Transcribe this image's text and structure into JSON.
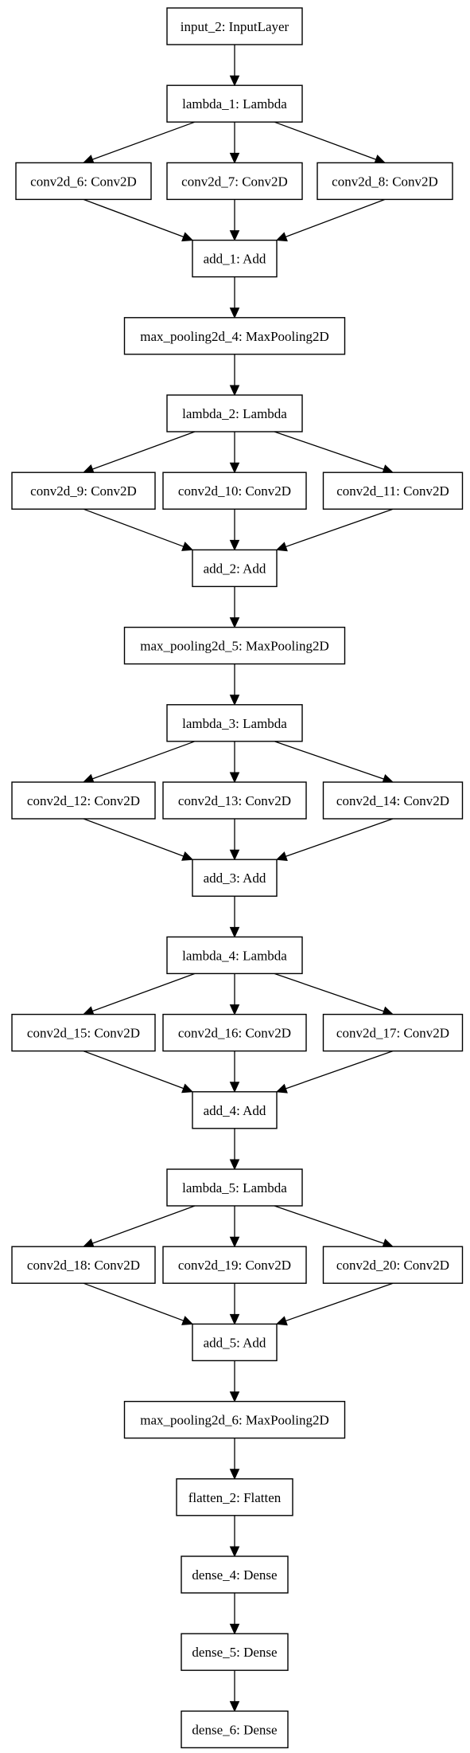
{
  "nodes": [
    {
      "id": "input_2",
      "label": "input_2: InputLayer"
    },
    {
      "id": "lambda_1",
      "label": "lambda_1: Lambda"
    },
    {
      "id": "conv2d_6",
      "label": "conv2d_6: Conv2D"
    },
    {
      "id": "conv2d_7",
      "label": "conv2d_7: Conv2D"
    },
    {
      "id": "conv2d_8",
      "label": "conv2d_8: Conv2D"
    },
    {
      "id": "add_1",
      "label": "add_1: Add"
    },
    {
      "id": "max_pooling2d_4",
      "label": "max_pooling2d_4: MaxPooling2D"
    },
    {
      "id": "lambda_2",
      "label": "lambda_2: Lambda"
    },
    {
      "id": "conv2d_9",
      "label": "conv2d_9: Conv2D"
    },
    {
      "id": "conv2d_10",
      "label": "conv2d_10: Conv2D"
    },
    {
      "id": "conv2d_11",
      "label": "conv2d_11: Conv2D"
    },
    {
      "id": "add_2",
      "label": "add_2: Add"
    },
    {
      "id": "max_pooling2d_5",
      "label": "max_pooling2d_5: MaxPooling2D"
    },
    {
      "id": "lambda_3",
      "label": "lambda_3: Lambda"
    },
    {
      "id": "conv2d_12",
      "label": "conv2d_12: Conv2D"
    },
    {
      "id": "conv2d_13",
      "label": "conv2d_13: Conv2D"
    },
    {
      "id": "conv2d_14",
      "label": "conv2d_14: Conv2D"
    },
    {
      "id": "add_3",
      "label": "add_3: Add"
    },
    {
      "id": "lambda_4",
      "label": "lambda_4: Lambda"
    },
    {
      "id": "conv2d_15",
      "label": "conv2d_15: Conv2D"
    },
    {
      "id": "conv2d_16",
      "label": "conv2d_16: Conv2D"
    },
    {
      "id": "conv2d_17",
      "label": "conv2d_17: Conv2D"
    },
    {
      "id": "add_4",
      "label": "add_4: Add"
    },
    {
      "id": "lambda_5",
      "label": "lambda_5: Lambda"
    },
    {
      "id": "conv2d_18",
      "label": "conv2d_18: Conv2D"
    },
    {
      "id": "conv2d_19",
      "label": "conv2d_19: Conv2D"
    },
    {
      "id": "conv2d_20",
      "label": "conv2d_20: Conv2D"
    },
    {
      "id": "add_5",
      "label": "add_5: Add"
    },
    {
      "id": "max_pooling2d_6",
      "label": "max_pooling2d_6: MaxPooling2D"
    },
    {
      "id": "flatten_2",
      "label": "flatten_2: Flatten"
    },
    {
      "id": "dense_4",
      "label": "dense_4: Dense"
    },
    {
      "id": "dense_5",
      "label": "dense_5: Dense"
    },
    {
      "id": "dense_6",
      "label": "dense_6: Dense"
    }
  ],
  "edges": [
    [
      "input_2",
      "lambda_1"
    ],
    [
      "lambda_1",
      "conv2d_6"
    ],
    [
      "lambda_1",
      "conv2d_7"
    ],
    [
      "lambda_1",
      "conv2d_8"
    ],
    [
      "conv2d_6",
      "add_1"
    ],
    [
      "conv2d_7",
      "add_1"
    ],
    [
      "conv2d_8",
      "add_1"
    ],
    [
      "add_1",
      "max_pooling2d_4"
    ],
    [
      "max_pooling2d_4",
      "lambda_2"
    ],
    [
      "lambda_2",
      "conv2d_9"
    ],
    [
      "lambda_2",
      "conv2d_10"
    ],
    [
      "lambda_2",
      "conv2d_11"
    ],
    [
      "conv2d_9",
      "add_2"
    ],
    [
      "conv2d_10",
      "add_2"
    ],
    [
      "conv2d_11",
      "add_2"
    ],
    [
      "add_2",
      "max_pooling2d_5"
    ],
    [
      "max_pooling2d_5",
      "lambda_3"
    ],
    [
      "lambda_3",
      "conv2d_12"
    ],
    [
      "lambda_3",
      "conv2d_13"
    ],
    [
      "lambda_3",
      "conv2d_14"
    ],
    [
      "conv2d_12",
      "add_3"
    ],
    [
      "conv2d_13",
      "add_3"
    ],
    [
      "conv2d_14",
      "add_3"
    ],
    [
      "add_3",
      "lambda_4"
    ],
    [
      "lambda_4",
      "conv2d_15"
    ],
    [
      "lambda_4",
      "conv2d_16"
    ],
    [
      "lambda_4",
      "conv2d_17"
    ],
    [
      "conv2d_15",
      "add_4"
    ],
    [
      "conv2d_16",
      "add_4"
    ],
    [
      "conv2d_17",
      "add_4"
    ],
    [
      "add_4",
      "lambda_5"
    ],
    [
      "lambda_5",
      "conv2d_18"
    ],
    [
      "lambda_5",
      "conv2d_19"
    ],
    [
      "lambda_5",
      "conv2d_20"
    ],
    [
      "conv2d_18",
      "add_5"
    ],
    [
      "conv2d_19",
      "add_5"
    ],
    [
      "conv2d_20",
      "add_5"
    ],
    [
      "add_5",
      "max_pooling2d_6"
    ],
    [
      "max_pooling2d_6",
      "flatten_2"
    ],
    [
      "flatten_2",
      "dense_4"
    ],
    [
      "dense_4",
      "dense_5"
    ],
    [
      "dense_5",
      "dense_6"
    ]
  ]
}
